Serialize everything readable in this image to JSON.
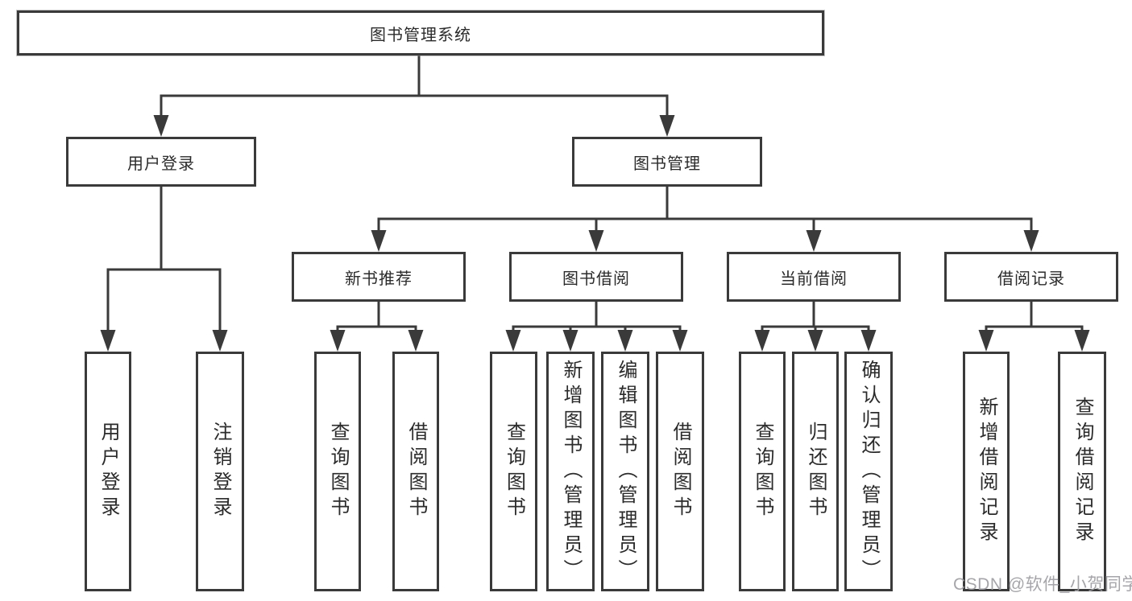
{
  "diagram": {
    "root": "图书管理系统",
    "branches": [
      {
        "label": "用户登录",
        "children": [
          "用户登录",
          "注销登录"
        ]
      },
      {
        "label": "图书管理",
        "children": [
          {
            "label": "新书推荐",
            "children": [
              "查询图书",
              "借阅图书"
            ]
          },
          {
            "label": "图书借阅",
            "children": [
              "查询图书",
              "新增图书（管理员）",
              "编辑图书（管理员）",
              "借阅图书"
            ]
          },
          {
            "label": "当前借阅",
            "children": [
              "查询图书",
              "归还图书",
              "确认归还（管理员）"
            ]
          },
          {
            "label": "借阅记录",
            "children": [
              "新增借阅记录",
              "查询借阅记录"
            ]
          }
        ]
      }
    ]
  },
  "watermark": "CSDN @软件_小贺同学",
  "colors": {
    "line": "#3a3a3a",
    "text": "#2b2b2b",
    "watermark": "#9e9ea3",
    "background": "#ffffff"
  }
}
